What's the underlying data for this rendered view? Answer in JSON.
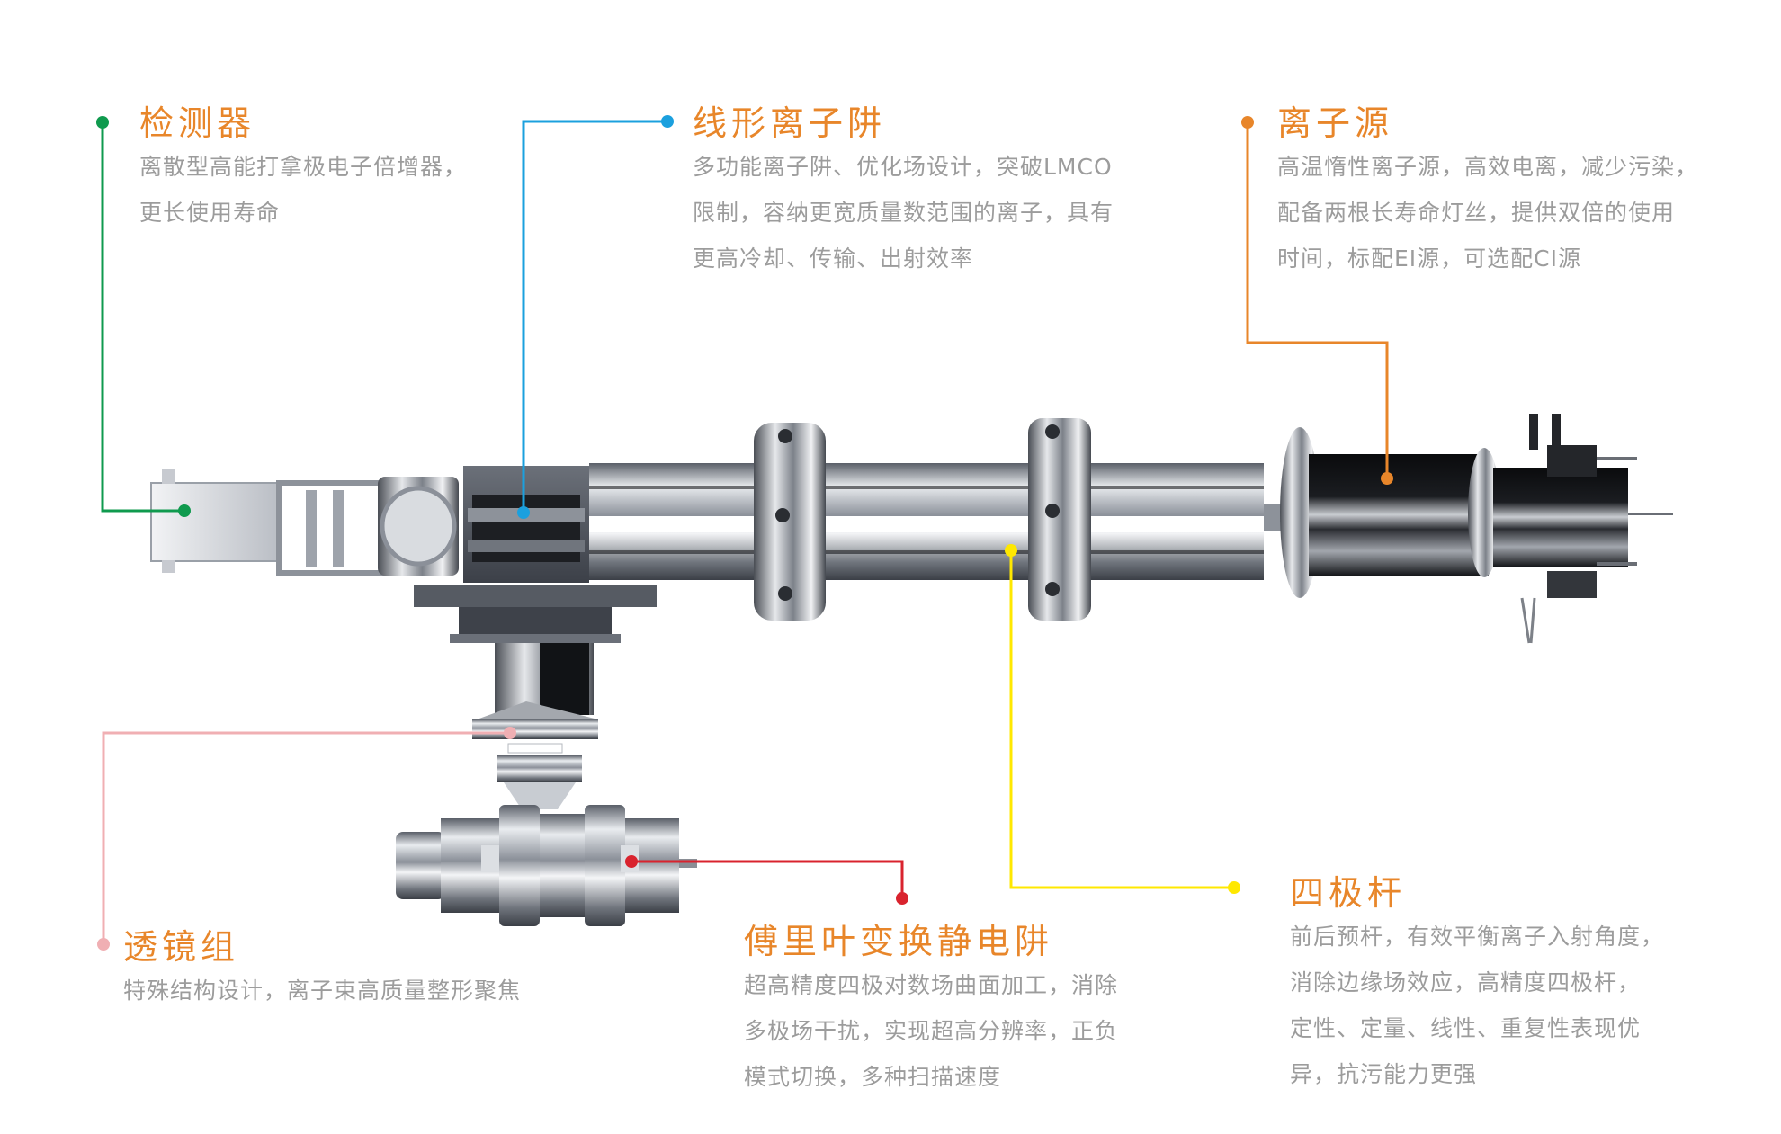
{
  "colors": {
    "title": "#E8862A",
    "text": "#9c9c9c",
    "detector": "#0F9A4E",
    "ion_trap": "#1BA0DE",
    "ion_source": "#E8862A",
    "quadrupole": "#FFE800",
    "lens": "#F0AFB3",
    "fourier": "#D9232E"
  },
  "components": [
    {
      "id": "detector",
      "title": "检测器",
      "lines": [
        "离散型高能打拿极电子倍增器，",
        "更长使用寿命"
      ]
    },
    {
      "id": "ion_trap",
      "title": "线形离子阱",
      "lines": [
        "多功能离子阱、优化场设计，突破LMCO",
        "限制，容纳更宽质量数范围的离子，具有",
        "更高冷却、传输、出射效率"
      ]
    },
    {
      "id": "ion_source",
      "title": "离子源",
      "lines": [
        "高温惰性离子源，高效电离，减少污染，",
        "配备两根长寿命灯丝，提供双倍的使用",
        "时间，标配EI源，可选配CI源"
      ]
    },
    {
      "id": "lens",
      "title": "透镜组",
      "lines": [
        "特殊结构设计，离子束高质量整形聚焦"
      ]
    },
    {
      "id": "fourier",
      "title": "傅里叶变换静电阱",
      "lines": [
        "超高精度四极对数场曲面加工，消除",
        "多极场干扰，实现超高分辨率，正负",
        "模式切换，多种扫描速度"
      ]
    },
    {
      "id": "quadrupole",
      "title": "四极杆",
      "lines": [
        "前后预杆，有效平衡离子入射角度，",
        "消除边缘场效应，高精度四极杆，",
        "定性、定量、线性、重复性表现优",
        "异，抗污能力更强"
      ]
    }
  ]
}
